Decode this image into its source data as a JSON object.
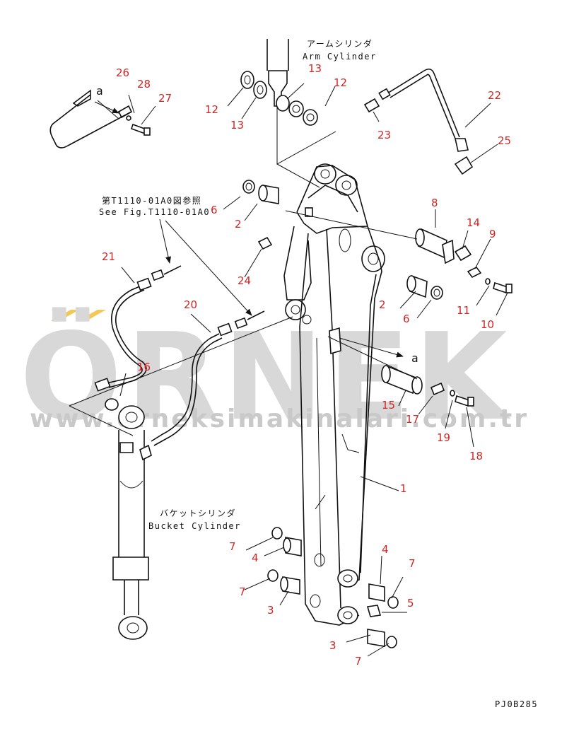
{
  "watermark": {
    "brand": "ÖRNEK",
    "url": "www.orneksimakinalari.com.tr",
    "accent_color": "#f2c34a",
    "text_color": "#d4d4d4"
  },
  "captions": {
    "arm_cylinder_jp": "アームシリンダ",
    "arm_cylinder_en": "Arm Cylinder",
    "see_fig_jp": "第T1110-01A0図参照",
    "see_fig_en": "See Fig.T1110-01A0",
    "bucket_cylinder_jp": "バケットシリンダ",
    "bucket_cylinder_en": "Bucket Cylinder",
    "view_a_top": "a",
    "view_a_mid": "a",
    "drawing_code": "PJ0B285"
  },
  "callouts": [
    {
      "id": "26",
      "label": "26"
    },
    {
      "id": "28",
      "label": "28"
    },
    {
      "id": "27",
      "label": "27"
    },
    {
      "id": "13a",
      "label": "13"
    },
    {
      "id": "12a",
      "label": "12"
    },
    {
      "id": "12b",
      "label": "12"
    },
    {
      "id": "13b",
      "label": "13"
    },
    {
      "id": "22",
      "label": "22"
    },
    {
      "id": "23",
      "label": "23"
    },
    {
      "id": "25",
      "label": "25"
    },
    {
      "id": "6a",
      "label": "6"
    },
    {
      "id": "2a",
      "label": "2"
    },
    {
      "id": "8",
      "label": "8"
    },
    {
      "id": "14",
      "label": "14"
    },
    {
      "id": "9",
      "label": "9"
    },
    {
      "id": "24",
      "label": "24"
    },
    {
      "id": "21",
      "label": "21"
    },
    {
      "id": "2b",
      "label": "2"
    },
    {
      "id": "11",
      "label": "11"
    },
    {
      "id": "10",
      "label": "10"
    },
    {
      "id": "20",
      "label": "20"
    },
    {
      "id": "6b",
      "label": "6"
    },
    {
      "id": "16",
      "label": "16"
    },
    {
      "id": "15",
      "label": "15"
    },
    {
      "id": "17",
      "label": "17"
    },
    {
      "id": "19",
      "label": "19"
    },
    {
      "id": "18",
      "label": "18"
    },
    {
      "id": "1",
      "label": "1"
    },
    {
      "id": "7a",
      "label": "7"
    },
    {
      "id": "4a",
      "label": "4"
    },
    {
      "id": "4b",
      "label": "4"
    },
    {
      "id": "7b",
      "label": "7"
    },
    {
      "id": "7c",
      "label": "7"
    },
    {
      "id": "3a",
      "label": "3"
    },
    {
      "id": "5",
      "label": "5"
    },
    {
      "id": "3b",
      "label": "3"
    },
    {
      "id": "7d",
      "label": "7"
    }
  ]
}
